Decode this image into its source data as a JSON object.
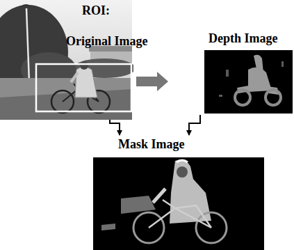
{
  "diagram": {
    "nodes": [
      {
        "text": [
          "ROI:",
          "Original Image"
        ]
      },
      {
        "text": [
          "Depth Image"
        ]
      },
      {
        "text": [
          "Mask Image"
        ]
      }
    ],
    "edges": [
      {
        "from": 0,
        "to": 1,
        "arrow": "to"
      },
      {
        "from": 0,
        "to": 2,
        "arrow": "to"
      },
      {
        "from": 1,
        "to": 2,
        "arrow": "to"
      }
    ]
  }
}
